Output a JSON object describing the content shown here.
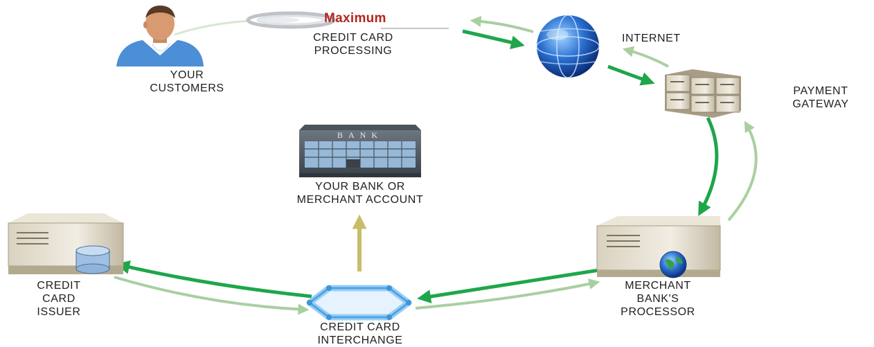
{
  "brand": {
    "name": "Maximum"
  },
  "nodes": {
    "customers": {
      "lines": [
        "YOUR",
        "CUSTOMERS"
      ]
    },
    "processing": {
      "lines": [
        "CREDIT CARD",
        "PROCESSING"
      ]
    },
    "internet": {
      "lines": [
        "INTERNET"
      ]
    },
    "gateway": {
      "lines": [
        "PAYMENT",
        "GATEWAY"
      ]
    },
    "bank": {
      "lines": [
        "YOUR BANK OR",
        "MERCHANT ACCOUNT"
      ],
      "sign": "BANK"
    },
    "issuer": {
      "lines": [
        "CREDIT",
        "CARD",
        "ISSUER"
      ]
    },
    "interchange": {
      "lines": [
        "CREDIT CARD",
        "INTERCHANGE"
      ]
    },
    "processor": {
      "lines": [
        "MERCHANT",
        "BANK'S",
        "PROCESSOR"
      ]
    }
  },
  "colors": {
    "primary_flow": "#1fa64a",
    "return_flow": "#a9cfa1",
    "funds_flow": "#c9bd6a",
    "brand_red": "#b0261e",
    "text": "#1e1e1e"
  },
  "icons": {
    "customers": "person-icon",
    "internet": "globe-icon",
    "gateway": "server-stack-icon",
    "bank": "bank-building-icon",
    "issuer": "server-with-database-icon",
    "interchange": "hexagon-network-icon",
    "processor": "server-with-globe-icon"
  }
}
